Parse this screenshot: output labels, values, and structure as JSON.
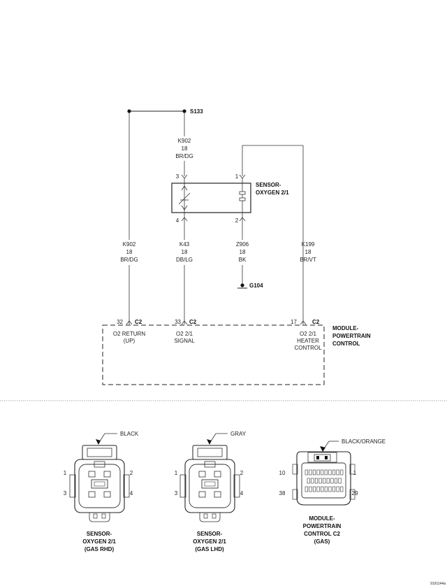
{
  "splice": {
    "name": "S133"
  },
  "ground": {
    "name": "G104"
  },
  "wires": {
    "k902_top": {
      "circuit": "K902",
      "gauge": "18",
      "color": "BR/DG"
    },
    "k902_left": {
      "circuit": "K902",
      "gauge": "18",
      "color": "BR/DG"
    },
    "k43": {
      "circuit": "K43",
      "gauge": "18",
      "color": "DB/LG"
    },
    "z906": {
      "circuit": "Z906",
      "gauge": "18",
      "color": "BK"
    },
    "k199": {
      "circuit": "K199",
      "gauge": "18",
      "color": "BR/VT"
    }
  },
  "sensor": {
    "label_line1": "SENSOR-",
    "label_line2": "OXYGEN 2/1",
    "pin_3": "3",
    "pin_1": "1",
    "pin_4": "4",
    "pin_2": "2"
  },
  "pcm": {
    "label_line1": "MODULE-",
    "label_line2": "POWERTRAIN",
    "label_line3": "CONTROL",
    "terminals": [
      {
        "pin": "32",
        "conn": "C2",
        "desc1": "O2 RETURN",
        "desc2": "(UP)",
        "desc3": ""
      },
      {
        "pin": "33",
        "conn": "C2",
        "desc1": "O2 2/1",
        "desc2": "SIGNAL",
        "desc3": ""
      },
      {
        "pin": "17",
        "conn": "C2",
        "desc1": "O2 2/1",
        "desc2": "HEATER",
        "desc3": "CONTROL"
      }
    ]
  },
  "connectors": [
    {
      "callout": "BLACK",
      "pins": [
        "1",
        "2",
        "3",
        "4"
      ],
      "caption": [
        "SENSOR-",
        "OXYGEN 2/1",
        "(GAS RHD)"
      ]
    },
    {
      "callout": "GRAY",
      "pins": [
        "1",
        "2",
        "3",
        "4"
      ],
      "caption": [
        "SENSOR-",
        "OXYGEN 2/1",
        "(GAS LHD)"
      ]
    },
    {
      "callout": "BLACK/ORANGE",
      "pins": [
        "10",
        "1",
        "38",
        "29"
      ],
      "caption": [
        "MODULE-",
        "POWERTRAIN",
        "CONTROL C2",
        "(GAS)"
      ]
    }
  ],
  "figure_id": "9191144a"
}
